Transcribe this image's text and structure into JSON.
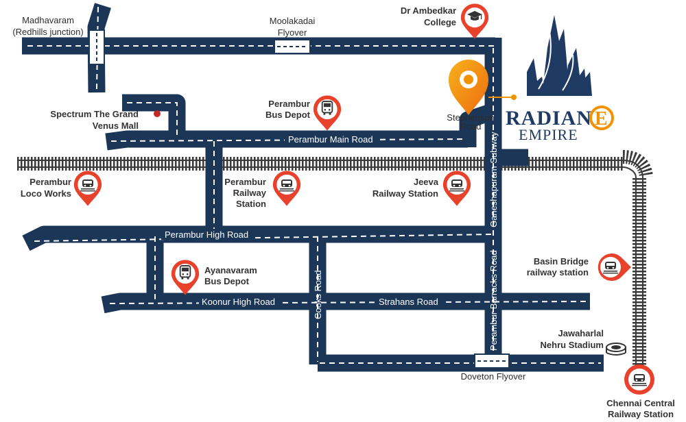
{
  "roads": {
    "perambur_main": "Perambur Main Road",
    "perambur_high": "Perambur High Road",
    "koonur_high": "Koonur High Road",
    "strahans": "Strahans Road",
    "cooks": "Cooks Road",
    "ganeshapuram": "Ganeshapuram Subway",
    "perambur_barracks": "Perambur Barracks Road"
  },
  "places": {
    "madhavaram_l1": "Madhavaram",
    "madhavaram_l2": "(Redhills junction)",
    "moolakadai_l1": "Moolakadai",
    "moolakadai_l2": "Flyover",
    "ambedkar_l1": "Dr Ambedkar",
    "ambedkar_l2": "College",
    "spectrum_l1": "Spectrum The Grand",
    "spectrum_l2": "Venus Mall",
    "bus_depot_l1": "Perambur",
    "bus_depot_l2": "Bus Depot",
    "stephenson_l1": "Stephenson",
    "stephenson_l2": "Road",
    "loco_l1": "Perambur",
    "loco_l2": "Loco Works",
    "prs_l1": "Perambur",
    "prs_l2": "Railway",
    "prs_l3": "Station",
    "jeeva_l1": "Jeeva",
    "jeeva_l2": "Railway Station",
    "ayanavaram_l1": "Ayanavaram",
    "ayanavaram_l2": "Bus Depot",
    "basin_l1": "Basin Bridge",
    "basin_l2": "railway station",
    "jawaharlal_l1": "Jawaharlal",
    "jawaharlal_l2": "Nehru Stadium",
    "doveton": "Doveton Flyover",
    "central_l1": "Chennai Central",
    "central_l2": "Railway Station"
  },
  "brand": {
    "name_part1": "RADIAN",
    "name_part2": "E",
    "tagline": "EMPIRE"
  },
  "icons": {
    "pin": "map-pin-icon",
    "train": "train-icon",
    "bus": "bus-icon",
    "graduation": "graduation-cap-icon",
    "stadium": "stadium-icon",
    "location": "location-marker-icon"
  },
  "colors": {
    "road": "#1b3656",
    "pin": "#e8412c",
    "brand_navy": "#1f3b64",
    "brand_orange": "#f39200",
    "mall_dot": "#c62828"
  }
}
